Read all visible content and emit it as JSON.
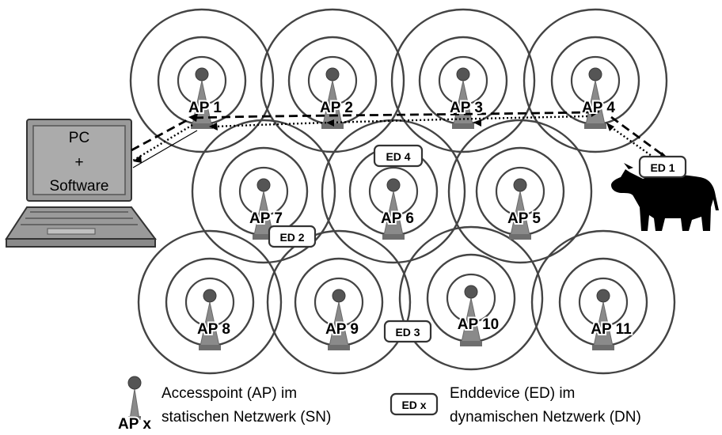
{
  "access_points": [
    {
      "label": "AP 1"
    },
    {
      "label": "AP 2"
    },
    {
      "label": "AP 3"
    },
    {
      "label": "AP 4"
    },
    {
      "label": "AP 5"
    },
    {
      "label": "AP 6"
    },
    {
      "label": "AP 7"
    },
    {
      "label": "AP 8"
    },
    {
      "label": "AP 9"
    },
    {
      "label": "AP 10"
    },
    {
      "label": "AP 11"
    }
  ],
  "end_devices": [
    {
      "label": "ED 1"
    },
    {
      "label": "ED 2"
    },
    {
      "label": "ED 3"
    },
    {
      "label": "ED 4"
    }
  ],
  "pc": {
    "line1": "PC",
    "line2": "+",
    "line3": "Software"
  },
  "legend": {
    "ap_symbol": "AP x",
    "ap_line1": "Accesspoint (AP) im",
    "ap_line2": "statischen Netzwerk (SN)",
    "ed_symbol": "ED x",
    "ed_line1": "Enddevice (ED) im",
    "ed_line2": "dynamischen Netzwerk (DN)"
  },
  "icons": [
    "antenna-icon",
    "laptop-icon",
    "cow-icon"
  ],
  "colors": {
    "stroke": "#444444",
    "mast": "#8a8a8a",
    "cow": "#000000"
  }
}
